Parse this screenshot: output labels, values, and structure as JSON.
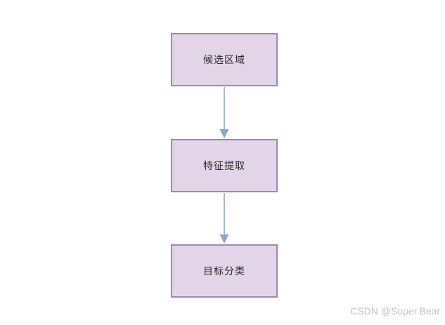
{
  "diagram": {
    "type": "flowchart",
    "direction": "top-to-bottom",
    "nodes": [
      {
        "id": "candidate-region",
        "label": "候选区域"
      },
      {
        "id": "feature-extraction",
        "label": "特征提取"
      },
      {
        "id": "target-classification",
        "label": "目标分类"
      }
    ],
    "edges": [
      {
        "from": "candidate-region",
        "to": "feature-extraction",
        "style": "arrow-down"
      },
      {
        "from": "feature-extraction",
        "to": "target-classification",
        "style": "arrow-down"
      }
    ]
  },
  "watermark": {
    "text": "CSDN @Super.Bear"
  },
  "colors": {
    "background": "#ffffff",
    "node_fill": "#e1d5e7",
    "node_border": "#9e87bc",
    "node_text": "#2a2a2a",
    "arrow": "#8ca6d5",
    "watermark": "#c2c2c2"
  }
}
